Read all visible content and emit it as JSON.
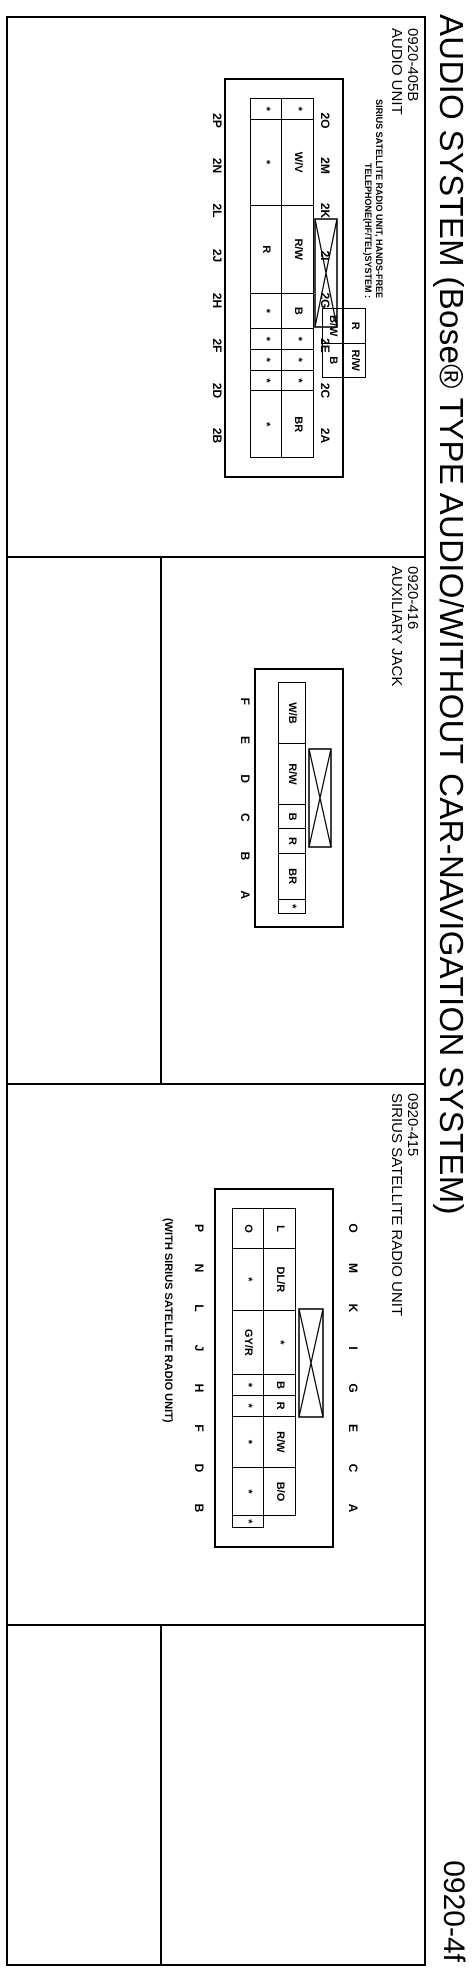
{
  "page": {
    "title": "AUDIO SYSTEM (Bose® TYPE AUDIO/WITHOUT CAR-NAVIGATION SYSTEM)",
    "page_number": "0920-4f"
  },
  "connectors": [
    {
      "code": "0920-405B",
      "name": "AUDIO UNIT",
      "note": "SIRIUS SATELLITE RADIO UNIT, HANDS-FREE TELEPHONE(HF/TEL)SYSTEM :",
      "top_labels": [
        "2O",
        "2M",
        "2K",
        "2I",
        "2G",
        "2E",
        "2C",
        "2A"
      ],
      "bottom_labels": [
        "2P",
        "2N",
        "2L",
        "2J",
        "2H",
        "2F",
        "2D",
        "2B"
      ],
      "top_row": [
        "*",
        "W/V",
        "R/W",
        "B",
        "*",
        "*",
        "*",
        "BR"
      ],
      "bottom_row": [
        "*",
        "*",
        "R",
        "*",
        "*",
        "*",
        "*",
        "*"
      ],
      "sub_grid": [
        [
          "R",
          "R/W"
        ],
        [
          "B/W",
          "B"
        ]
      ]
    },
    {
      "code": "0920-416",
      "name": "AUXILIARY JACK",
      "top_row": [
        "W/B",
        "R/W",
        "B",
        "R",
        "BR",
        "*"
      ],
      "labels": [
        "F",
        "E",
        "D",
        "C",
        "B",
        "A"
      ]
    },
    {
      "code": "0920-415",
      "name": "SIRIUS SATELLITE RADIO UNIT",
      "top_labels": [
        "O",
        "M",
        "K",
        "I",
        "G",
        "E",
        "C",
        "A"
      ],
      "bottom_labels": [
        "P",
        "N",
        "L",
        "J",
        "H",
        "F",
        "D",
        "B"
      ],
      "top_row": [
        "L",
        "DL/R",
        "*",
        "B",
        "R",
        "R/W",
        "B/O"
      ],
      "bottom_row": [
        "O",
        "*",
        "GY/R",
        "*",
        "*",
        "*",
        "*",
        "*"
      ],
      "footnote": "(WITH SIRIUS SATELLITE RADIO UNIT)"
    }
  ]
}
